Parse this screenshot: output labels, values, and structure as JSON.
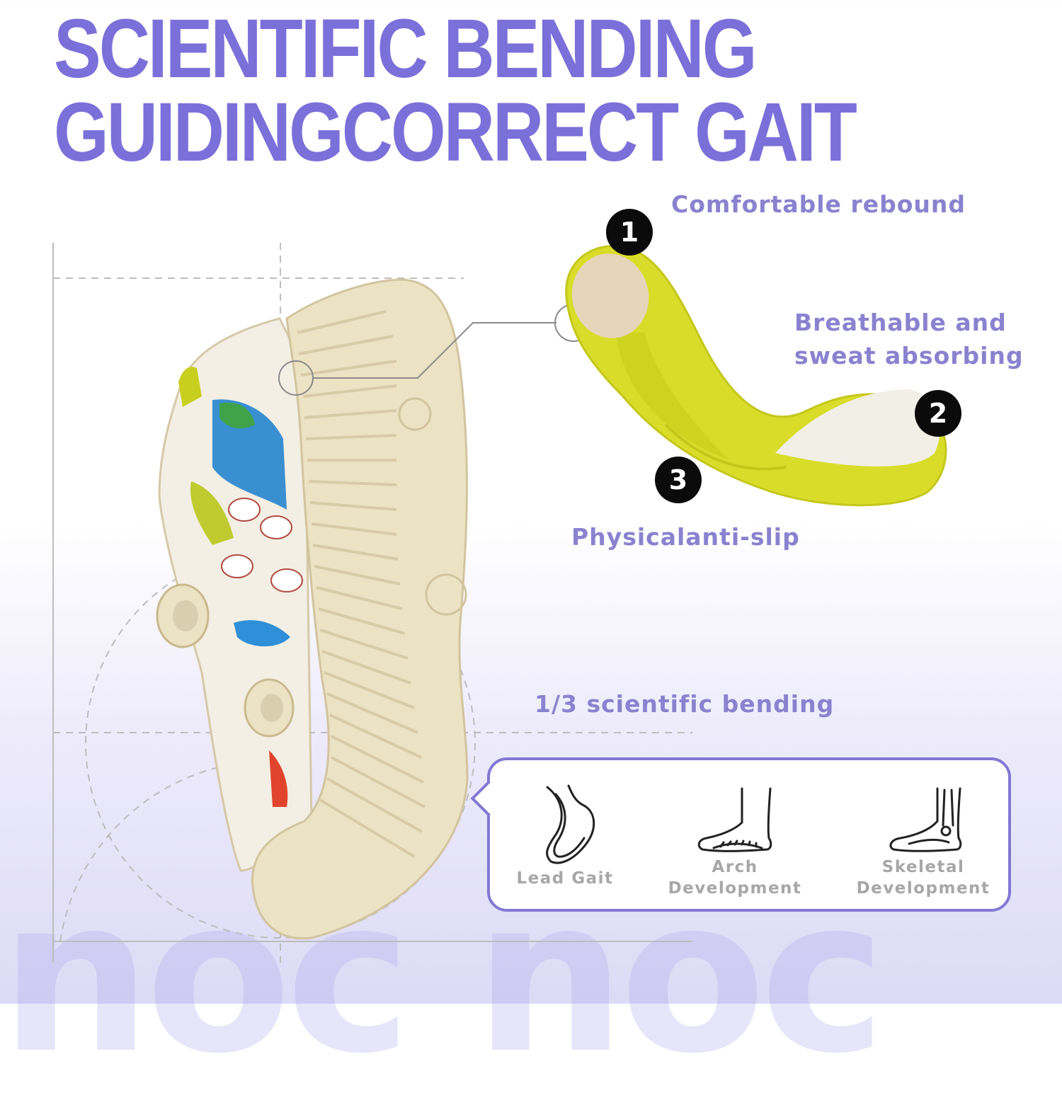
{
  "headline": {
    "line1": "SCIENTIFIC BENDING",
    "line2": "GUIDINGCORRECT GAIT"
  },
  "callouts": {
    "rebound": "Comfortable rebound",
    "breathable_line1": "Breathable and",
    "breathable_line2": "sweat absorbing",
    "antislip": "Physicalanti-slip",
    "bending": "1/3 scientific bending"
  },
  "badges": [
    "1",
    "2",
    "3"
  ],
  "features": [
    {
      "label_line1": "Lead Gait",
      "label_line2": "",
      "icon": "foot-gait-icon"
    },
    {
      "label_line1": "Arch",
      "label_line2": "Development",
      "icon": "foot-arch-icon"
    },
    {
      "label_line1": "Skeletal",
      "label_line2": "Development",
      "icon": "foot-skeleton-icon"
    }
  ],
  "watermark": "noc noc",
  "colors": {
    "accent": "#7b70d9",
    "callout_text": "#8a82cf",
    "card_border": "#8278d4",
    "insole_yellow": "#d9dd2a",
    "sole_cream": "#ece2c4"
  }
}
